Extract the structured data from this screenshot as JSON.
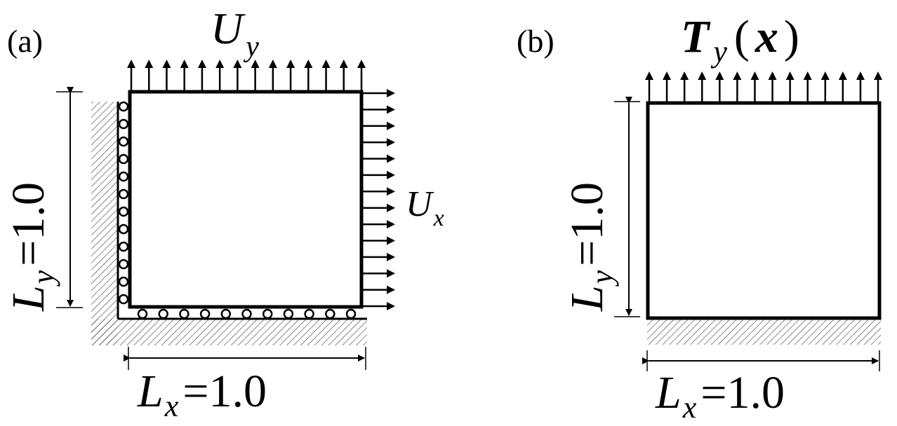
{
  "panel_a": {
    "tag": "(a)",
    "top_load": {
      "symbol": "U",
      "subscript": "y"
    },
    "right_load": {
      "symbol": "U",
      "subscript": "x"
    },
    "width_label": {
      "symbol": "L",
      "subscript": "x",
      "rest": "=1.0"
    },
    "height_label": {
      "symbol": "L",
      "subscript": "y",
      "rest": "=1.0"
    }
  },
  "panel_b": {
    "tag": "(b)",
    "top_load": {
      "symbol": "T",
      "subscript": "y",
      "open": "(",
      "arg": "x",
      "close": ")"
    },
    "width_label": {
      "symbol": "L",
      "subscript": "x",
      "rest": "=1.0"
    },
    "height_label": {
      "symbol": "L",
      "subscript": "y",
      "rest": "=1.0"
    }
  }
}
